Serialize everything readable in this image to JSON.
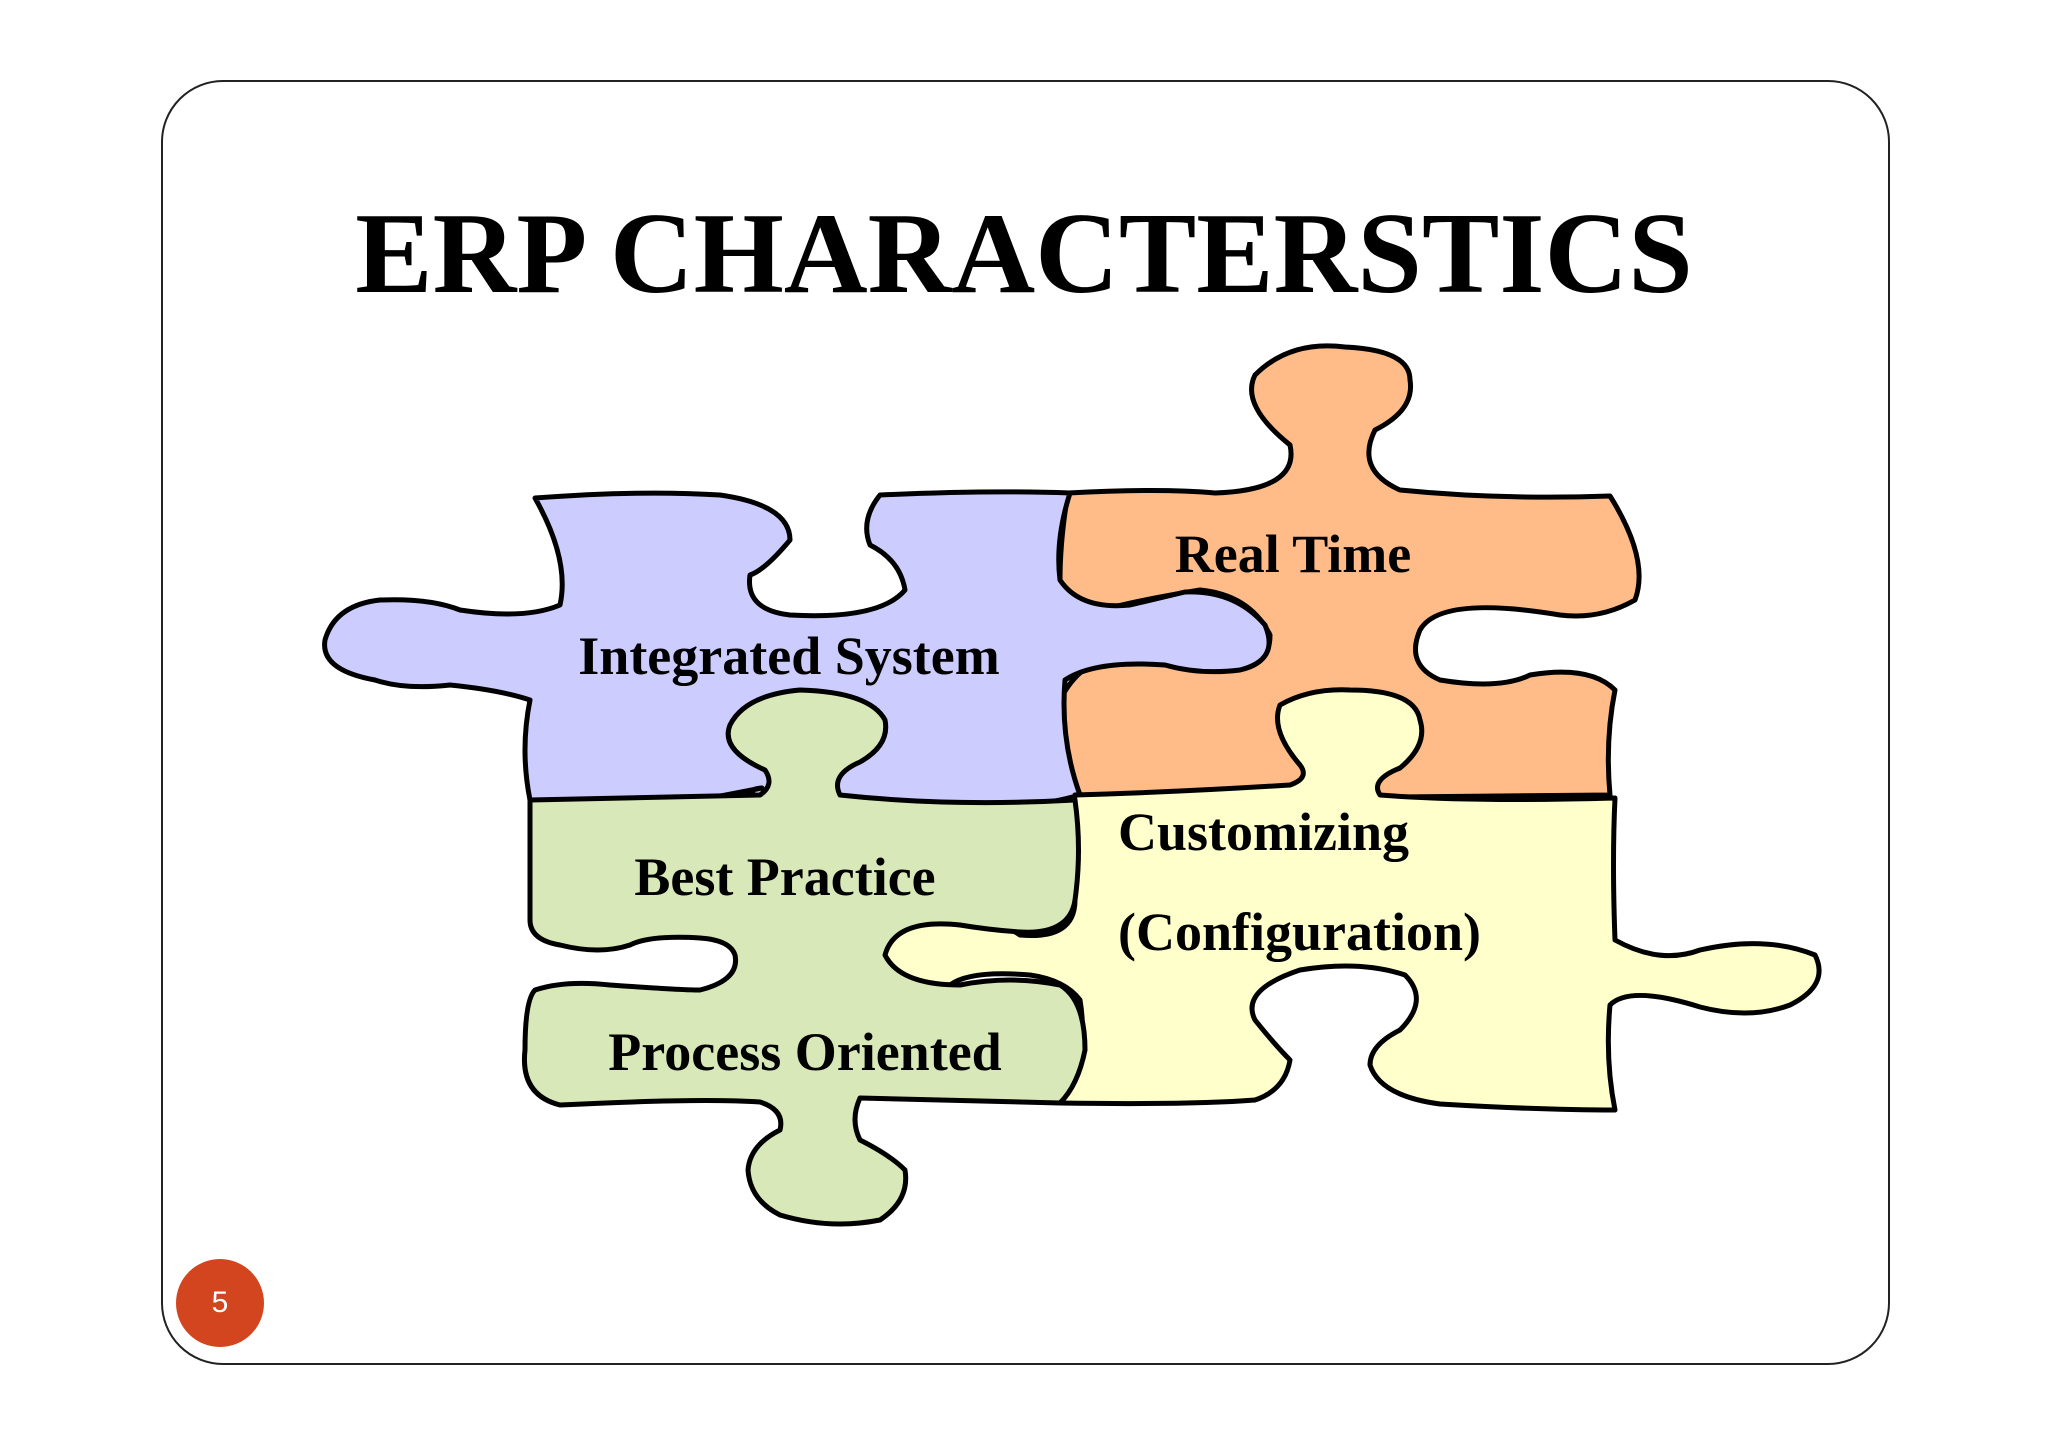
{
  "slide": {
    "title": "ERP CHARACTERSTICS",
    "page_number": "5"
  },
  "pieces": {
    "integrated": {
      "label": "Integrated System",
      "fill": "#ccccff"
    },
    "realtime": {
      "label": "Real Time",
      "fill": "#ffbb88"
    },
    "best_practice": {
      "label_1": "Best Practice",
      "label_2": "Process Oriented",
      "fill": "#d8e8b8"
    },
    "customizing": {
      "label_1": "Customizing",
      "label_2": "(Configuration)",
      "fill": "#ffffcc"
    }
  },
  "colors": {
    "outline": "#000000",
    "badge": "#d2451e"
  }
}
